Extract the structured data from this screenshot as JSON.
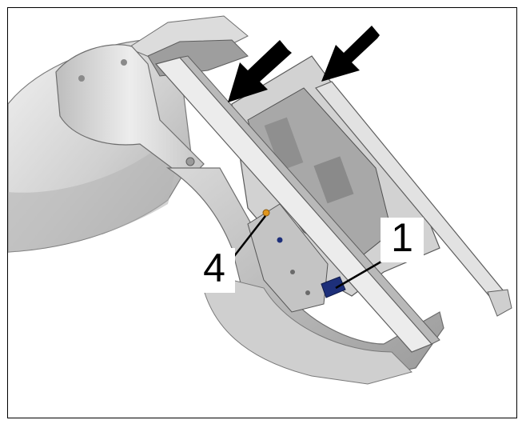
{
  "figure": {
    "subject": "seat-backrest-mechanism-illustration",
    "callouts": [
      {
        "id": "callout-1",
        "label": "1"
      },
      {
        "id": "callout-4",
        "label": "4"
      }
    ],
    "arrows_count": 2,
    "colors": {
      "part_light": "#e6e6e6",
      "part_mid": "#c8c8c8",
      "part_dark": "#8c8c8c",
      "outline": "#6e6e6e",
      "highlight_blue": "#1d2f7a",
      "highlight_orange": "#e0961e",
      "arrow": "#000000"
    }
  }
}
